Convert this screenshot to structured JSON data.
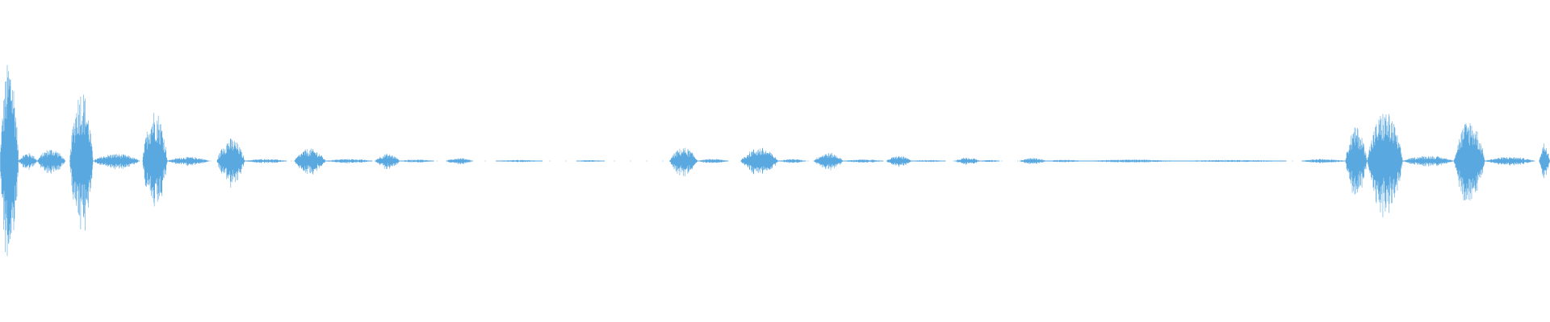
{
  "waveform": {
    "color": "#5aa8e0",
    "background": "#ffffff",
    "amplitude_max": 1.0,
    "duration": 1.0,
    "segments": [
      {
        "start": 0.0,
        "end": 0.012,
        "peak": 0.98
      },
      {
        "start": 0.012,
        "end": 0.024,
        "peak": 0.08
      },
      {
        "start": 0.024,
        "end": 0.042,
        "peak": 0.12
      },
      {
        "start": 0.045,
        "end": 0.06,
        "peak": 0.7
      },
      {
        "start": 0.06,
        "end": 0.09,
        "peak": 0.07
      },
      {
        "start": 0.092,
        "end": 0.108,
        "peak": 0.5
      },
      {
        "start": 0.108,
        "end": 0.135,
        "peak": 0.04
      },
      {
        "start": 0.14,
        "end": 0.158,
        "peak": 0.22
      },
      {
        "start": 0.158,
        "end": 0.185,
        "peak": 0.02
      },
      {
        "start": 0.19,
        "end": 0.21,
        "peak": 0.12
      },
      {
        "start": 0.21,
        "end": 0.24,
        "peak": 0.02
      },
      {
        "start": 0.242,
        "end": 0.258,
        "peak": 0.07
      },
      {
        "start": 0.258,
        "end": 0.28,
        "peak": 0.015
      },
      {
        "start": 0.288,
        "end": 0.305,
        "peak": 0.03
      },
      {
        "start": 0.32,
        "end": 0.35,
        "peak": 0.01
      },
      {
        "start": 0.372,
        "end": 0.39,
        "peak": 0.008
      },
      {
        "start": 0.432,
        "end": 0.45,
        "peak": 0.13
      },
      {
        "start": 0.45,
        "end": 0.47,
        "peak": 0.02
      },
      {
        "start": 0.478,
        "end": 0.502,
        "peak": 0.13
      },
      {
        "start": 0.502,
        "end": 0.52,
        "peak": 0.02
      },
      {
        "start": 0.525,
        "end": 0.544,
        "peak": 0.08
      },
      {
        "start": 0.544,
        "end": 0.57,
        "peak": 0.015
      },
      {
        "start": 0.572,
        "end": 0.588,
        "peak": 0.05
      },
      {
        "start": 0.588,
        "end": 0.61,
        "peak": 0.01
      },
      {
        "start": 0.616,
        "end": 0.632,
        "peak": 0.035
      },
      {
        "start": 0.632,
        "end": 0.645,
        "peak": 0.01
      },
      {
        "start": 0.658,
        "end": 0.675,
        "peak": 0.03
      },
      {
        "start": 0.675,
        "end": 0.7,
        "peak": 0.012
      },
      {
        "start": 0.7,
        "end": 0.76,
        "peak": 0.014
      },
      {
        "start": 0.76,
        "end": 0.83,
        "peak": 0.01
      },
      {
        "start": 0.84,
        "end": 0.868,
        "peak": 0.02
      },
      {
        "start": 0.868,
        "end": 0.882,
        "peak": 0.33
      },
      {
        "start": 0.882,
        "end": 0.905,
        "peak": 0.48
      },
      {
        "start": 0.905,
        "end": 0.938,
        "peak": 0.05
      },
      {
        "start": 0.938,
        "end": 0.958,
        "peak": 0.4
      },
      {
        "start": 0.958,
        "end": 0.99,
        "peak": 0.04
      },
      {
        "start": 0.993,
        "end": 1.0,
        "peak": 0.18
      }
    ]
  }
}
